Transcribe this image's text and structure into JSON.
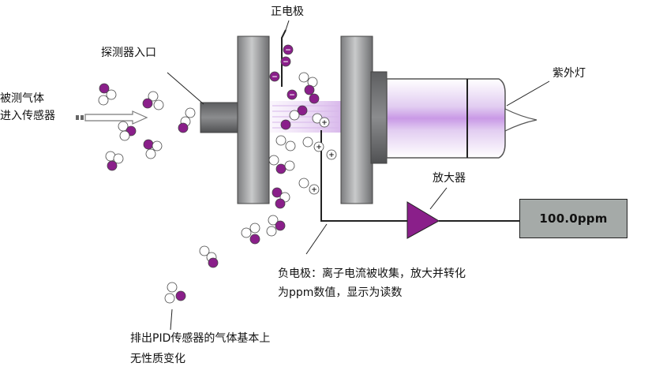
{
  "labels": {
    "positive_electrode": "正电极",
    "detector_inlet": "探测器入口",
    "gas_in_line1": "被测气体",
    "gas_in_line2": "进入传感器",
    "uv_lamp": "紫外灯",
    "amplifier": "放大器",
    "readout": "100.0ppm",
    "negative_line1": "负电极：离子电流被收集，放大并转化",
    "negative_line2": "为ppm数值，显示为读数",
    "exhaust_line1": "排出PID传感器的气体基本上",
    "exhaust_line2": "无性质变化"
  },
  "colors": {
    "purple": "#8a1f8a",
    "plate": "#9a9b9d",
    "plate_dark": "#6f7072",
    "lamp_glow": "#c79ae0",
    "readout_bg": "#a5aaa8",
    "amp_fill": "#8a1f8a"
  }
}
